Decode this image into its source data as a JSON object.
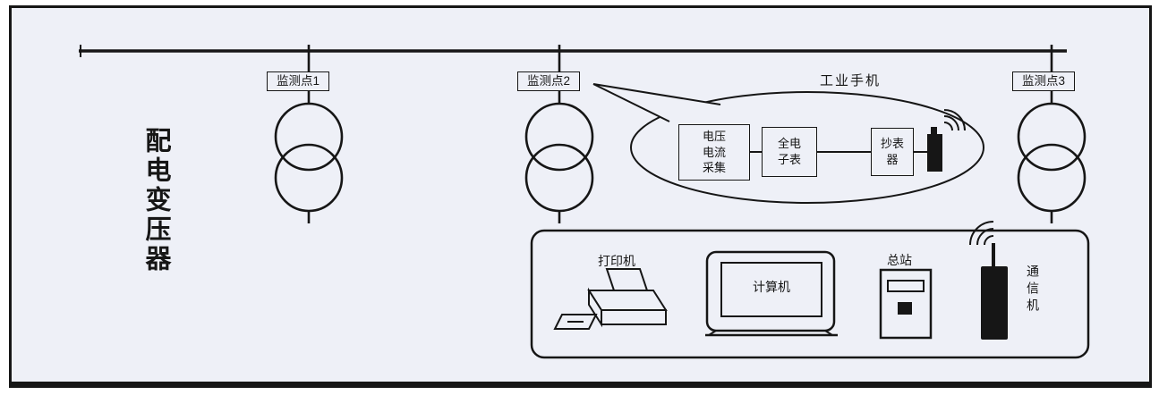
{
  "colors": {
    "background": "#eef0f7",
    "ink": "#161616"
  },
  "diagram": {
    "main_label": "配电变压器",
    "monitor_points": [
      {
        "label": "监测点1"
      },
      {
        "label": "监测点2"
      },
      {
        "label": "监测点3"
      }
    ],
    "callout": {
      "title": "工业手机",
      "boxes": [
        {
          "label": "电压\n电流\n采集"
        },
        {
          "label": "全电\n子表"
        },
        {
          "label": "抄表\n器"
        }
      ]
    },
    "station": {
      "printer_label": "打印机",
      "computer_label": "计算机",
      "master_label": "总站",
      "comm_label": "通信机"
    }
  }
}
